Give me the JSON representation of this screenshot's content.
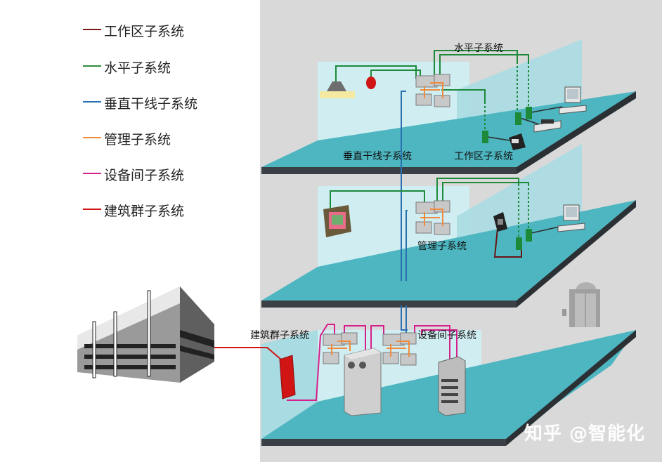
{
  "legend": {
    "items": [
      {
        "label": "工作区子系统",
        "color": "#7a1c1c"
      },
      {
        "label": "水平子系统",
        "color": "#2e8b3a"
      },
      {
        "label": "垂直干线子系统",
        "color": "#2a6fb0"
      },
      {
        "label": "管理子系统",
        "color": "#f08a3c"
      },
      {
        "label": "设备间子系统",
        "color": "#d61f8a"
      },
      {
        "label": "建筑群子系统",
        "color": "#d11414"
      }
    ]
  },
  "labels": {
    "horizontal": "水平子系统",
    "backbone": "垂直干线子系统",
    "work_area": "工作区子系统",
    "management": "管理子系统",
    "campus": "建筑群子系统",
    "equipment_room": "设备间子系统"
  },
  "watermark": "知乎 @智能化",
  "colors": {
    "floor_top": "#4fb8c4",
    "floor_edge": "#333a3f",
    "wall": "#b8e2e8",
    "wall_right": "#9fd6de",
    "room_bg": "#d9d9d9"
  }
}
